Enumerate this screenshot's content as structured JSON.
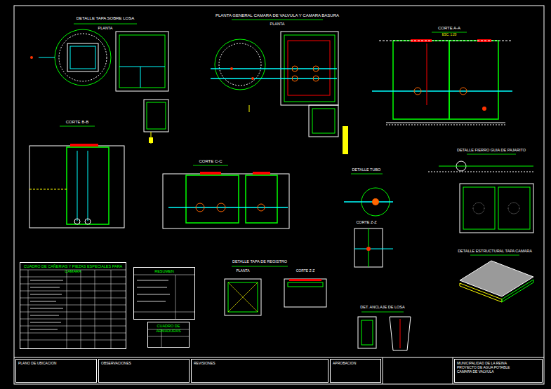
{
  "diagram": {
    "nodes": [
      {
        "text": [
          "CUADRO DE CAÑERIAS Y PIEZAS ESPECIALES PARA CAMARA"
        ]
      },
      {
        "text": [
          "RESUMEN"
        ]
      },
      {
        "text": [
          "CUADRO DE ARMADURAS"
        ]
      },
      {
        "text": [
          "PLANO DE UBICACION"
        ]
      },
      {
        "text": [
          "OBSERVACIONES"
        ]
      },
      {
        "text": [
          "REVISIONES"
        ]
      },
      {
        "text": [
          "APROBACION"
        ]
      },
      {
        "text": [
          "MUNICIPALIDAD DE LA REINA",
          "PROYECTO DE AGUA POTABLE",
          "CAMARA DE VALVULA"
        ]
      }
    ],
    "labels": [
      "DETALLE TAPA SOBRE LOSA",
      "PLANTA",
      "PLANTA GENERAL CAMARA DE VALVULA Y CAMARA BASURA",
      "PLANTA",
      "CORTE A-A",
      "ESC. 1:20",
      "CORTE B-B",
      "CORTE C-C",
      "DETALLE FIERRO GUIA DE PAJARITO",
      "DETALLE TUBO",
      "CORTE Z-Z",
      "DETALLE ESTRUCTURAL TAPA CAMARA",
      "DETALLE TAPA DE REGISTRO",
      "PLANTA",
      "CORTE Z-Z",
      "DET. ANCLAJE DE LOSA"
    ]
  }
}
